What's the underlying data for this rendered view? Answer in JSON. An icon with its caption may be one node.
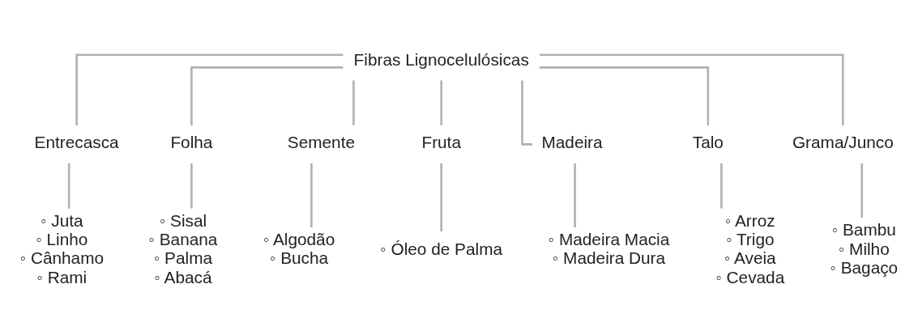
{
  "diagram": {
    "nodes": [
      {
        "text": [
          "Fibras Lignocelulósicas"
        ]
      },
      {
        "text": [
          "Entrecasca"
        ]
      },
      {
        "text": [
          "Folha"
        ]
      },
      {
        "text": [
          "Semente"
        ]
      },
      {
        "text": [
          "Fruta"
        ]
      },
      {
        "text": [
          "Madeira"
        ]
      },
      {
        "text": [
          "Talo"
        ]
      },
      {
        "text": [
          "Grama/Junco"
        ]
      },
      {
        "text": [
          "◦ Juta",
          "◦ Linho",
          "◦ Cânhamo",
          "◦ Rami"
        ]
      },
      {
        "text": [
          "◦ Sisal",
          "◦ Banana",
          "◦ Palma",
          "◦ Abacá"
        ]
      },
      {
        "text": [
          "◦ Algodão",
          "◦ Bucha"
        ]
      },
      {
        "text": [
          "◦ Óleo de Palma"
        ]
      },
      {
        "text": [
          "◦ Madeira Macia",
          "◦ Madeira Dura"
        ]
      },
      {
        "text": [
          "◦ Arroz",
          "◦ Trigo",
          "◦ Aveia",
          "◦ Cevada"
        ]
      },
      {
        "text": [
          "◦ Bambu",
          "◦ Milho",
          "◦ Bagaço"
        ]
      }
    ],
    "edges": [
      {
        "from": 0,
        "to": 1,
        "arrow": "none"
      },
      {
        "from": 0,
        "to": 2,
        "arrow": "none"
      },
      {
        "from": 0,
        "to": 3,
        "arrow": "none"
      },
      {
        "from": 0,
        "to": 4,
        "arrow": "none"
      },
      {
        "from": 0,
        "to": 5,
        "arrow": "none"
      },
      {
        "from": 0,
        "to": 6,
        "arrow": "none"
      },
      {
        "from": 0,
        "to": 7,
        "arrow": "none"
      },
      {
        "from": 1,
        "to": 8,
        "arrow": "none"
      },
      {
        "from": 2,
        "to": 9,
        "arrow": "none"
      },
      {
        "from": 3,
        "to": 10,
        "arrow": "none"
      },
      {
        "from": 4,
        "to": 11,
        "arrow": "none"
      },
      {
        "from": 5,
        "to": 12,
        "arrow": "none"
      },
      {
        "from": 6,
        "to": 13,
        "arrow": "none"
      },
      {
        "from": 7,
        "to": 14,
        "arrow": "none"
      }
    ]
  }
}
